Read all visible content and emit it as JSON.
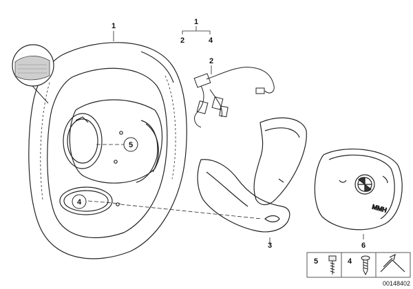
{
  "callouts": {
    "wheel": "1",
    "kit_top": "1",
    "kit_left": "2",
    "kit_right": "4",
    "harness": "2",
    "cover": "3",
    "airbag": "6",
    "circle_5": "5",
    "circle_4": "4"
  },
  "legend": {
    "item_a": "5",
    "item_b": "4"
  },
  "image_code": "00148402"
}
